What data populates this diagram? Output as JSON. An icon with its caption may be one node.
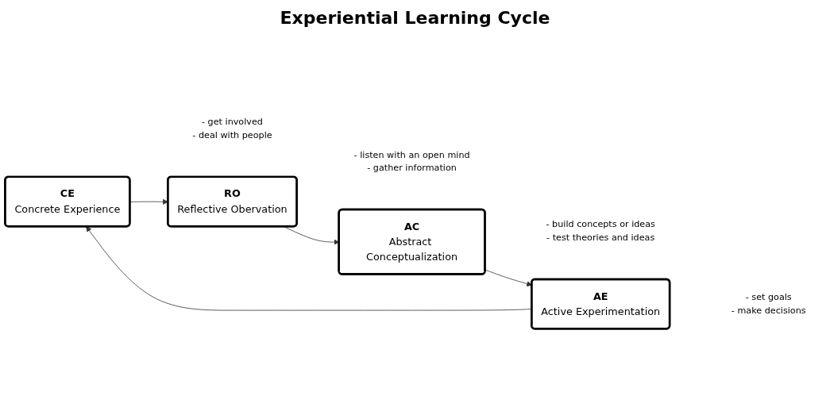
{
  "diagram": {
    "title": "Experiential Learning Cycle",
    "nodes": [
      {
        "text": [
          "CE",
          "Concrete Experience"
        ],
        "beside": [
          "- get involved",
          "- deal with people"
        ]
      },
      {
        "text": [
          "AE",
          "Active Experimentation"
        ],
        "beside": [
          "- set goals",
          "- make decisions"
        ]
      },
      {
        "text": [
          "RO",
          "Reflective Obervation"
        ],
        "beside": [
          "- listen with an open mind",
          "- gather information"
        ]
      },
      {
        "text": [
          "AC",
          "Abstract Conceptualization"
        ],
        "beside": [
          "- build concepts or ideas",
          "- test theories and ideas"
        ]
      }
    ],
    "edges": [
      {
        "from": 1,
        "to": 0,
        "arrow": "to"
      },
      {
        "from": 0,
        "to": 2,
        "arrow": "to"
      },
      {
        "from": 2,
        "to": 3,
        "arrow": "to"
      },
      {
        "from": 3,
        "to": 1,
        "arrow": "to"
      }
    ]
  }
}
